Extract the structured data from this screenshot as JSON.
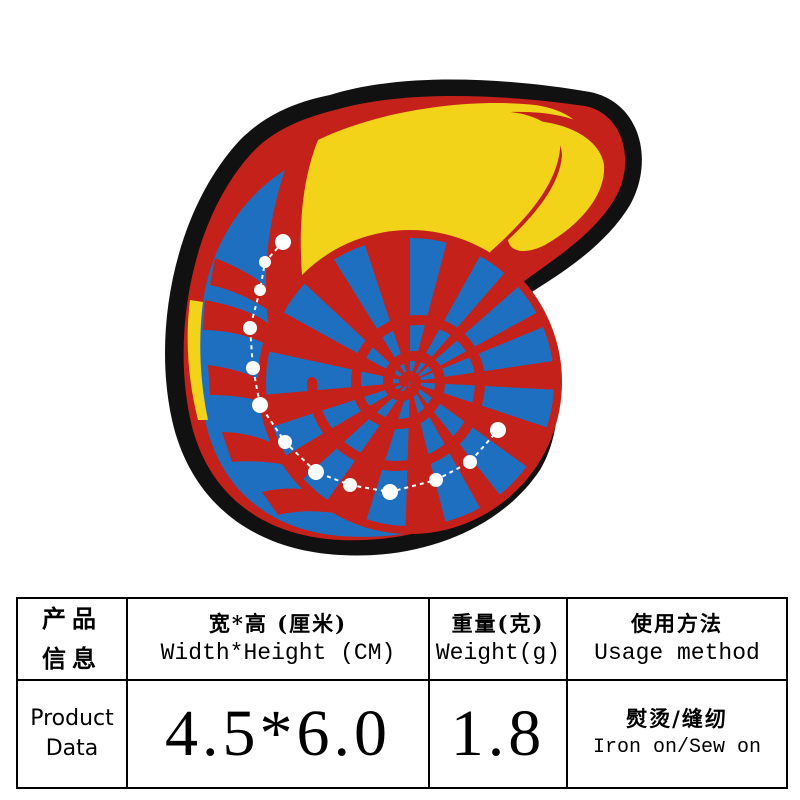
{
  "product_image": {
    "icon": "nautilus-shell-embroidered-patch",
    "colors": {
      "border": "#111111",
      "red": "#c4211a",
      "blue": "#1f6fc0",
      "yellow": "#f2d31a",
      "stitch": "#ffffff"
    }
  },
  "table": {
    "header": {
      "product_info_zh": [
        "产品",
        "信息"
      ],
      "size_zh": "宽*高 (厘米)",
      "size_en": "Width*Height (CM)",
      "weight_zh": "重量(克)",
      "weight_en": "Weight(g)",
      "usage_zh": "使用方法",
      "usage_en": "Usage method"
    },
    "data": {
      "product_data_en": [
        "Product",
        "Data"
      ],
      "size_value": "4.5*6.0",
      "weight_value": "1.8",
      "usage_zh": "熨烫/缝纫",
      "usage_en": "Iron on/Sew on"
    }
  }
}
